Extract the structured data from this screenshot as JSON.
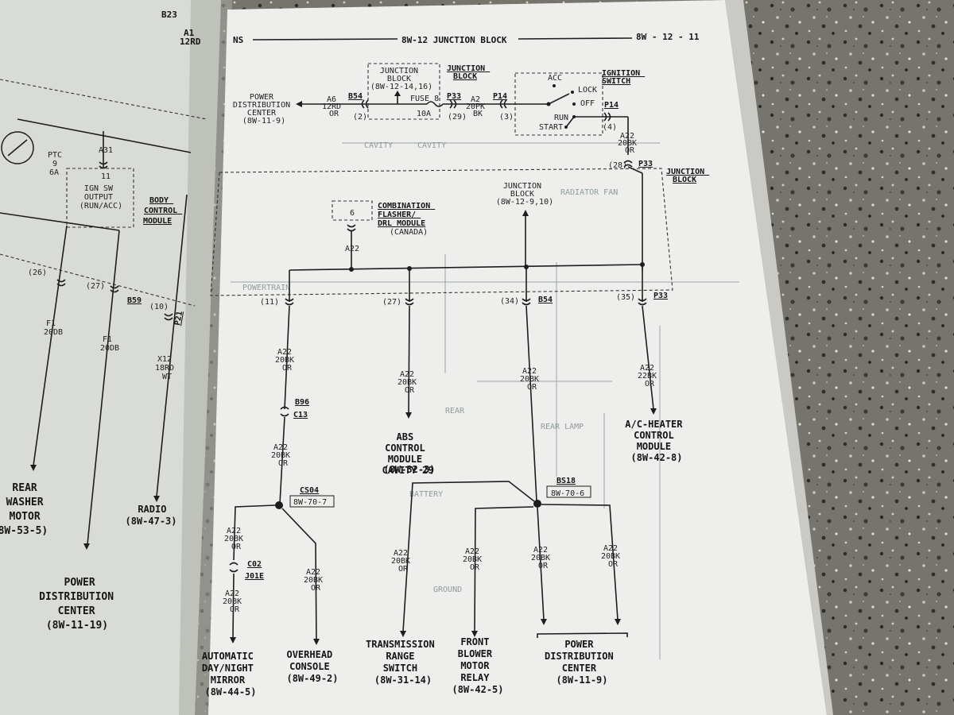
{
  "header": {
    "left": "NS",
    "title": "8W-12 JUNCTION BLOCK",
    "page": "8W - 12 - 11"
  },
  "top": {
    "pdc": [
      "POWER",
      "DISTRIBUTION",
      "CENTER",
      "(8W-11-9)"
    ],
    "wire_a6": [
      "A6",
      "12RD",
      "OR"
    ],
    "b54": "B54",
    "b54_pin": "(2)",
    "jb_inner": [
      "JUNCTION",
      "BLOCK",
      "(8W-12-14,16)"
    ],
    "fuse": [
      "FUSE 8",
      "10A"
    ],
    "jb_label": [
      "JUNCTION",
      "BLOCK"
    ],
    "p33": "P33",
    "p33_pin": "(29)",
    "wire_a2": [
      "A2",
      "20PK",
      "BK"
    ],
    "p14": "P14",
    "p14_pin": "(3)",
    "switch": [
      "ACC",
      "LOCK",
      "OFF",
      "RUN",
      "START"
    ],
    "ign_label": [
      "IGNITION",
      "SWITCH"
    ],
    "p14b": "P14",
    "p14b_pin": "(4)",
    "wire_a22_top": [
      "A22",
      "20BK",
      "OR"
    ],
    "p33b_pin": "(28)",
    "p33b": "P33"
  },
  "jbox": {
    "label": [
      "JUNCTION",
      "BLOCK"
    ],
    "cfl_pin": "6",
    "cfl": [
      "COMBINATION",
      "FLASHER/",
      "DRL MODULE"
    ],
    "cfl_note": "(CANADA)",
    "a22": "A22",
    "jb_ref": [
      "JUNCTION",
      "BLOCK",
      "(8W-12-9,10)"
    ],
    "pins": [
      "(11)",
      "(27)",
      "(34)",
      "(35)"
    ],
    "b54": "B54",
    "p33": "P33"
  },
  "left": {
    "wire1": [
      "A22",
      "20BK",
      "OR"
    ],
    "b96": "B96",
    "c13": "C13",
    "wire2": [
      "A22",
      "20BK",
      "OR"
    ],
    "cs04": "CS04",
    "cs04_ref": "8W-70-7",
    "wire3": [
      "A22",
      "20BK",
      "OR"
    ],
    "c02": "C02",
    "j01e": "J01E",
    "wire4": [
      "A22",
      "20BK",
      "OR"
    ],
    "wire5": [
      "A22",
      "20BK",
      "OR"
    ],
    "mirror": [
      "AUTOMATIC",
      "DAY/NIGHT",
      "MIRROR",
      "(8W-44-5)"
    ],
    "console": [
      "OVERHEAD",
      "CONSOLE",
      "(8W-49-2)"
    ]
  },
  "abs": {
    "wire": [
      "A22",
      "20BK",
      "OR"
    ],
    "label": [
      "ABS",
      "CONTROL",
      "MODULE",
      "CAVITY 29",
      "(8W-32-3)"
    ]
  },
  "mid": {
    "wire": [
      "A22",
      "20BK",
      "OR"
    ],
    "bs18": "BS18",
    "bs18_ref": "8W-70-6",
    "wire_trs": [
      "A22",
      "20BK",
      "OR"
    ],
    "wire_fb": [
      "A22",
      "20BK",
      "OR"
    ],
    "wire_pdc1": [
      "A22",
      "20BK",
      "OR"
    ],
    "wire_pdc2": [
      "A22",
      "20BK",
      "OR"
    ],
    "trs": [
      "TRANSMISSION",
      "RANGE",
      "SWITCH",
      "(8W-31-14)"
    ],
    "fbm": [
      "FRONT",
      "BLOWER",
      "MOTOR",
      "RELAY",
      "(8W-42-5)"
    ],
    "pdc": [
      "POWER",
      "DISTRIBUTION",
      "CENTER",
      "(8W-11-9)"
    ]
  },
  "right": {
    "wire": [
      "A22",
      "22BK",
      "OR"
    ],
    "ac": [
      "A/C-HEATER",
      "CONTROL",
      "MODULE",
      "(8W-42-8)"
    ]
  },
  "left_page": {
    "ptc": [
      "PTC",
      "9",
      "6A"
    ],
    "a31": "A31",
    "ign_pin": "11",
    "ign": [
      "IGN SW",
      "OUTPUT",
      "(RUN/ACC)"
    ],
    "bcm": [
      "BODY",
      "CONTROL",
      "MODULE"
    ],
    "top_labels": [
      "B23",
      "A1",
      "12RD"
    ],
    "pins": [
      "(26)",
      "(27)",
      "(10)"
    ],
    "b59": "B59",
    "p21": "P21",
    "f1a": [
      "F1",
      "20DB"
    ],
    "f1b": [
      "F1",
      "20DB"
    ],
    "x12": [
      "X12",
      "18RD",
      "WT"
    ],
    "rear_washer": [
      "REAR",
      "WASHER",
      "MOTOR",
      "(8W-53-5)"
    ],
    "radio": [
      "RADIO",
      "(8W-47-3)"
    ],
    "pdc": [
      "POWER",
      "DISTRIBUTION",
      "CENTER",
      "(8W-11-19)"
    ]
  }
}
